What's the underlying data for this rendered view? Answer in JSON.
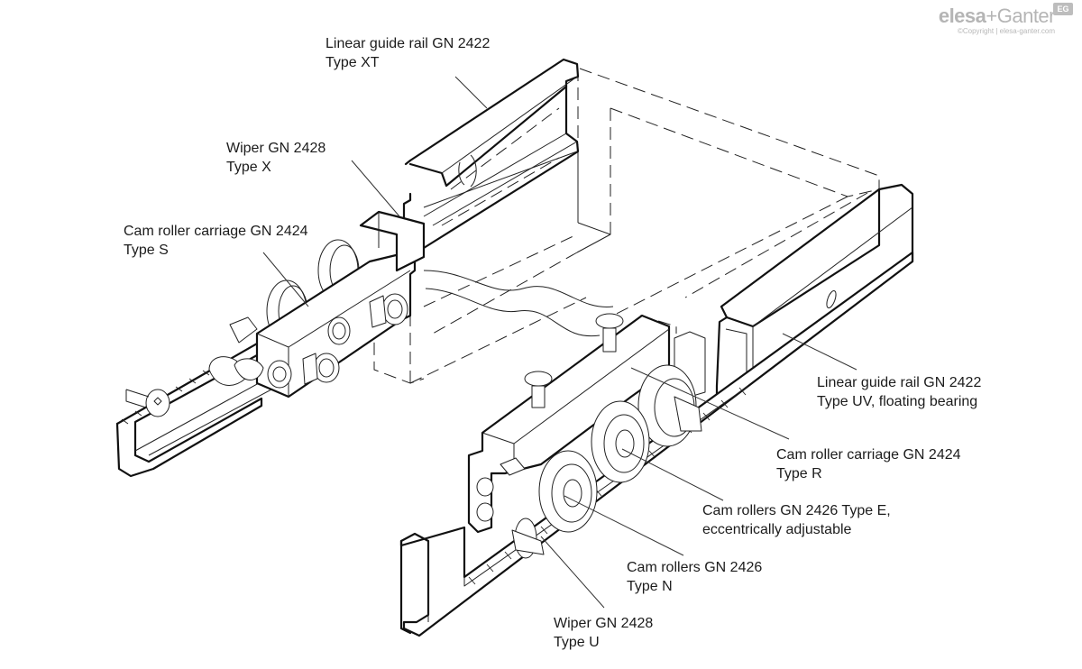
{
  "logo": {
    "brand_bold": "elesa",
    "brand_plus": "+Ganter",
    "badge": "EG",
    "copyright": "©Copyright | elesa-ganter.com"
  },
  "labels": [
    {
      "id": "rail-xt",
      "line1": "Linear guide rail GN 2422",
      "line2": "Type XT"
    },
    {
      "id": "wiper-x",
      "line1": "Wiper GN 2428",
      "line2": "Type X"
    },
    {
      "id": "carriage-s",
      "line1": "Cam roller carriage GN 2424",
      "line2": "Type S"
    },
    {
      "id": "rail-uv",
      "line1": "Linear guide rail GN 2422",
      "line2": "Type UV, floating bearing"
    },
    {
      "id": "carriage-r",
      "line1": "Cam roller carriage GN 2424",
      "line2": "Type R"
    },
    {
      "id": "rollers-e",
      "line1": "Cam rollers GN 2426 Type E,",
      "line2": "eccentrically adjustable"
    },
    {
      "id": "rollers-n",
      "line1": "Cam rollers GN 2426",
      "line2": "Type N"
    },
    {
      "id": "wiper-u",
      "line1": "Wiper GN 2428",
      "line2": "Type U"
    }
  ]
}
